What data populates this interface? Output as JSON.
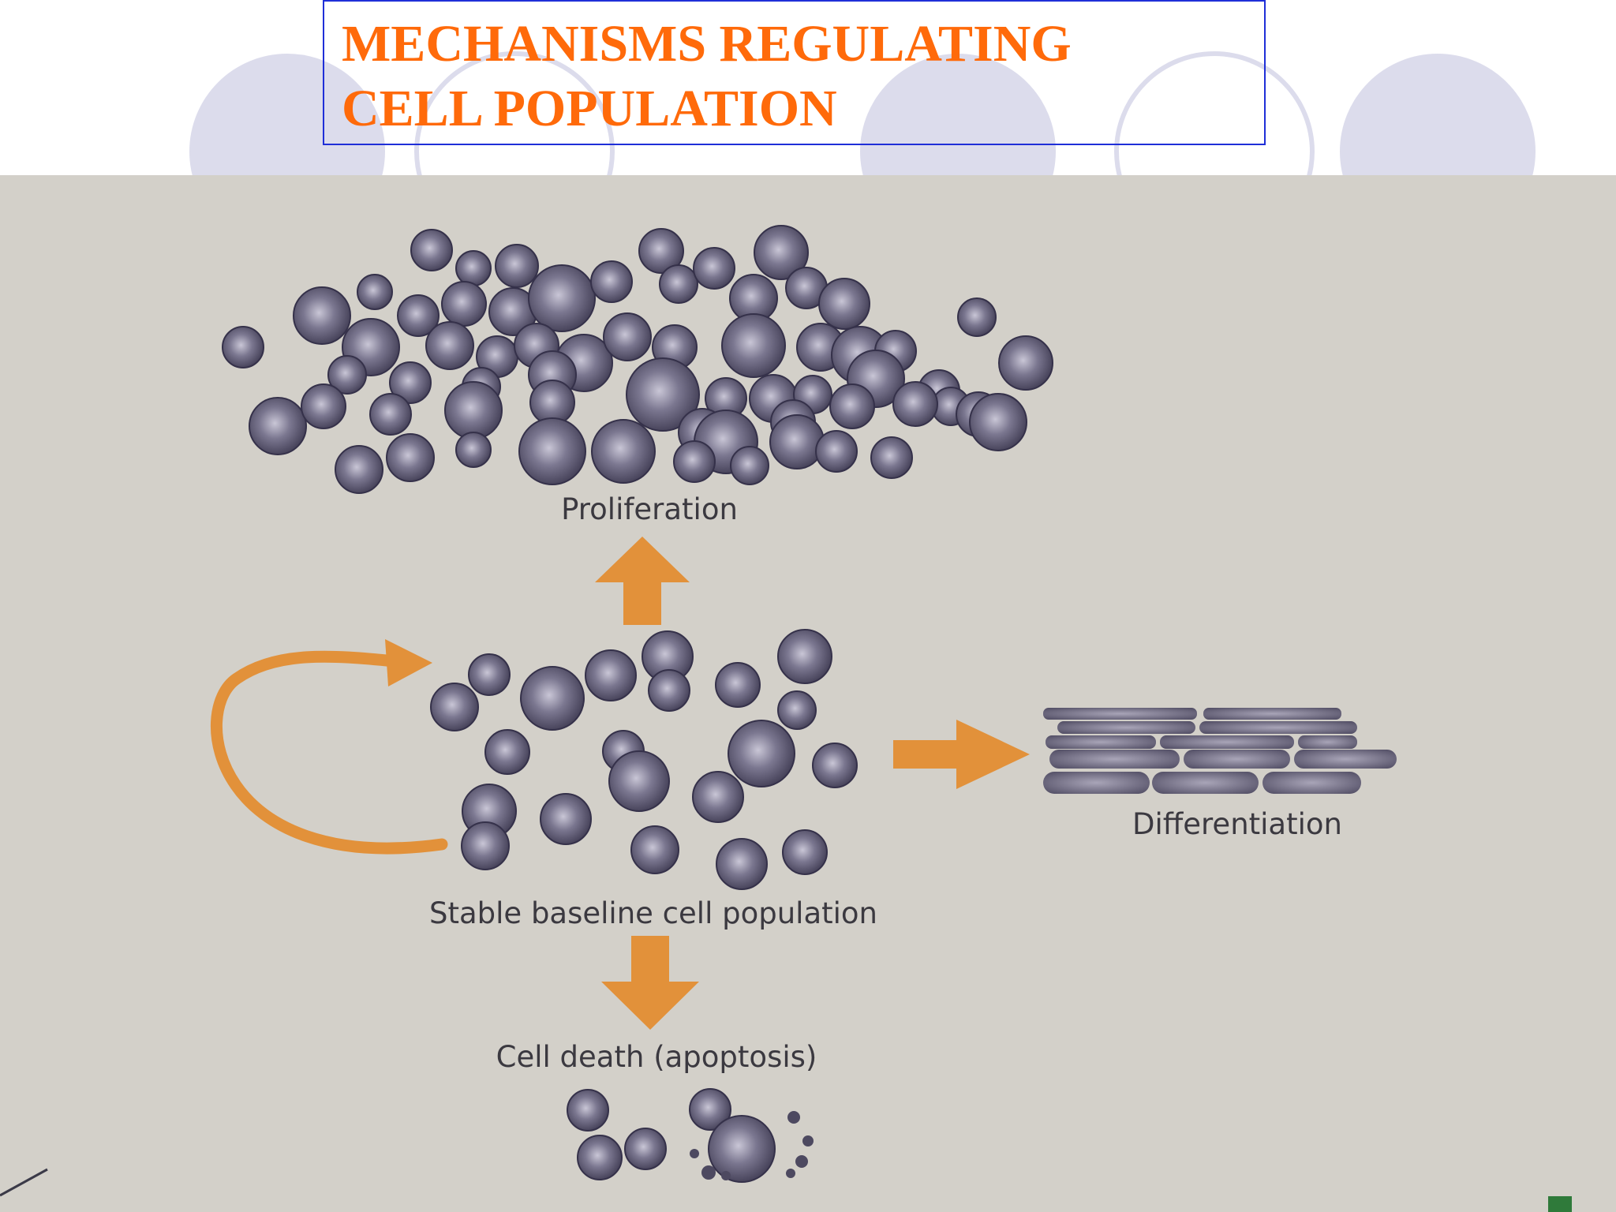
{
  "slide": {
    "title_line1": "MECHANISMS REGULATING",
    "title_line2": "CELL POPULATION"
  },
  "diagram": {
    "proliferation": "Proliferation",
    "differentiation": "Differentiation",
    "baseline": "Stable baseline cell population",
    "apoptosis": "Cell death (apoptosis)"
  },
  "colors": {
    "title": "#ff6a0a",
    "title_border": "#1f2fd8",
    "arrow": "#e2913a",
    "cell": "#5a5670",
    "paper": "#d6d3cc"
  }
}
